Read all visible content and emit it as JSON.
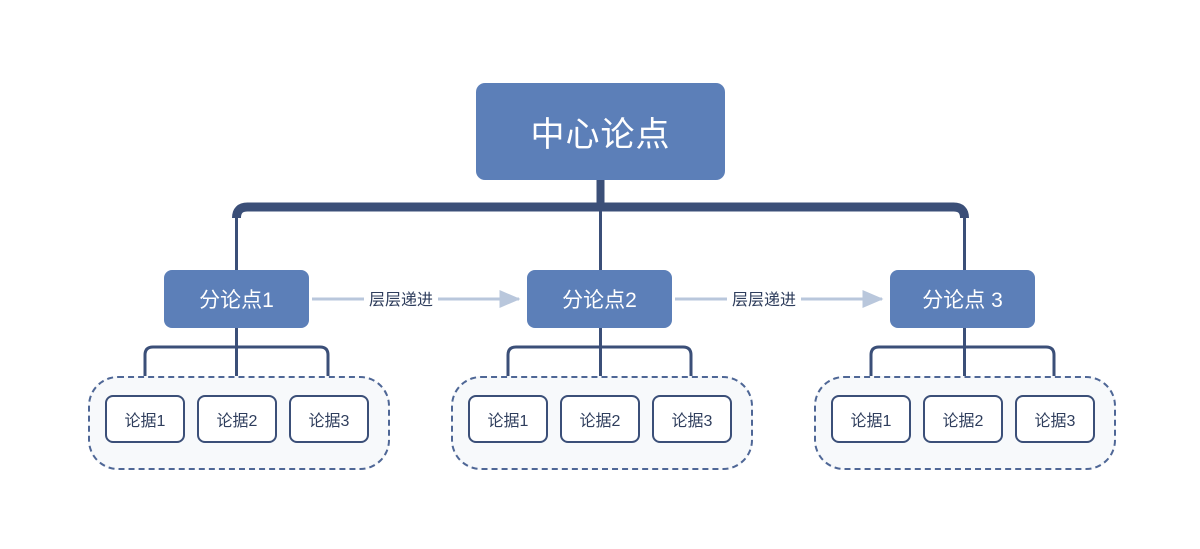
{
  "diagram": {
    "title_node": {
      "label": "中心论点"
    },
    "branches": [
      {
        "label": "分论点1"
      },
      {
        "label": "分论点2"
      },
      {
        "label": "分论点 3"
      }
    ],
    "connector_labels": [
      {
        "label": "层层递进"
      },
      {
        "label": "层层递进"
      }
    ],
    "leaf_groups": [
      {
        "leaves": [
          {
            "label": "论据1"
          },
          {
            "label": "论据2"
          },
          {
            "label": "论据3"
          }
        ]
      },
      {
        "leaves": [
          {
            "label": "论据1"
          },
          {
            "label": "论据2"
          },
          {
            "label": "论据3"
          }
        ]
      },
      {
        "leaves": [
          {
            "label": "论据1"
          },
          {
            "label": "论据2"
          },
          {
            "label": "论据3"
          }
        ]
      }
    ],
    "colors": {
      "node_fill": "#5c7fb8",
      "node_text": "#ffffff",
      "trunk": "#3b4f78",
      "branch_line": "#3b4f78",
      "leaf_border": "#3b4f78",
      "leaf_text": "#2e3d5c",
      "group_dash": "#4f6796",
      "group_fill": "#f7f9fb",
      "arrow": "#b9c7dc",
      "background": "#ffffff"
    }
  }
}
